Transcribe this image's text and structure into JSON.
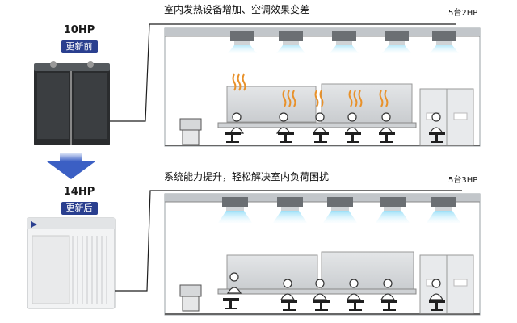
{
  "before": {
    "hp": "10HP",
    "label": "更新前",
    "heading": "室内发热设备增加、空调效果变差",
    "count": "5台2HP"
  },
  "after": {
    "hp": "14HP",
    "label": "更新后",
    "heading": "系统能力提升，轻松解决室内负荷困扰",
    "count": "5台3HP"
  },
  "colors": {
    "arrow": "#3b5fc4",
    "airflow": "#7fd0f0",
    "tag": "#2a3f8f",
    "heat": "#e8912a"
  },
  "icons": [
    "outdoor-unit-icon",
    "indoor-cassette-icon",
    "heat-wave-icon",
    "office-worker-icon",
    "office-chair-icon",
    "printer-icon",
    "door-icon",
    "down-arrow-icon"
  ]
}
